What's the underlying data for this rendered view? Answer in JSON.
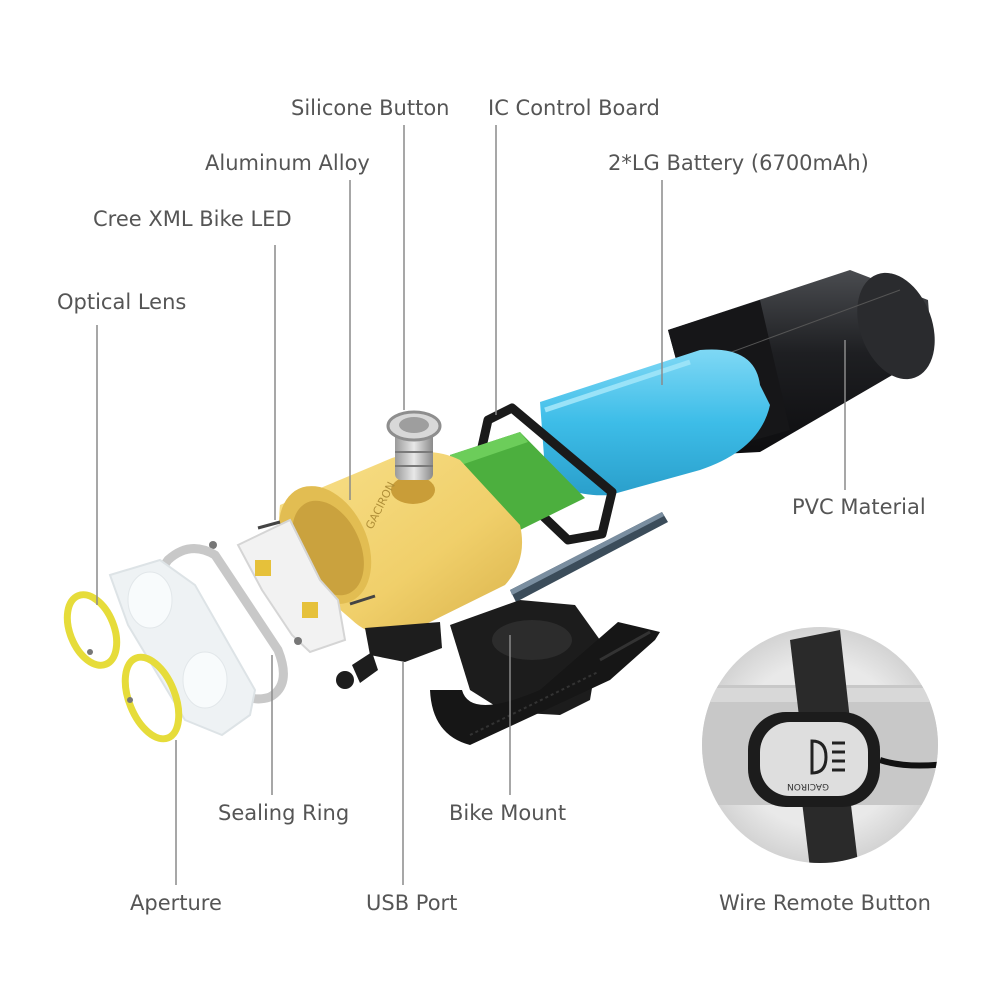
{
  "labels": {
    "silicone_button": "Silicone Button",
    "ic_control_board": "IC Control Board",
    "aluminum_alloy": "Aluminum Alloy",
    "battery": "2*LG Battery (6700mAh)",
    "cree_led": "Cree XML Bike LED",
    "optical_lens": "Optical Lens",
    "pvc_material": "PVC Material",
    "sealing_ring": "Sealing Ring",
    "bike_mount": "Bike Mount",
    "aperture": "Aperture",
    "usb_port": "USB Port",
    "wire_remote": "Wire Remote Button"
  },
  "brand_text": "GACIRON",
  "colors": {
    "battery": "#3dbde8",
    "board": "#4caf3e",
    "body": "#f0cf6a",
    "aperture": "#e6dc3a",
    "case": "#1e1f22",
    "leader": "#8a8a8a",
    "text": "#555555"
  }
}
